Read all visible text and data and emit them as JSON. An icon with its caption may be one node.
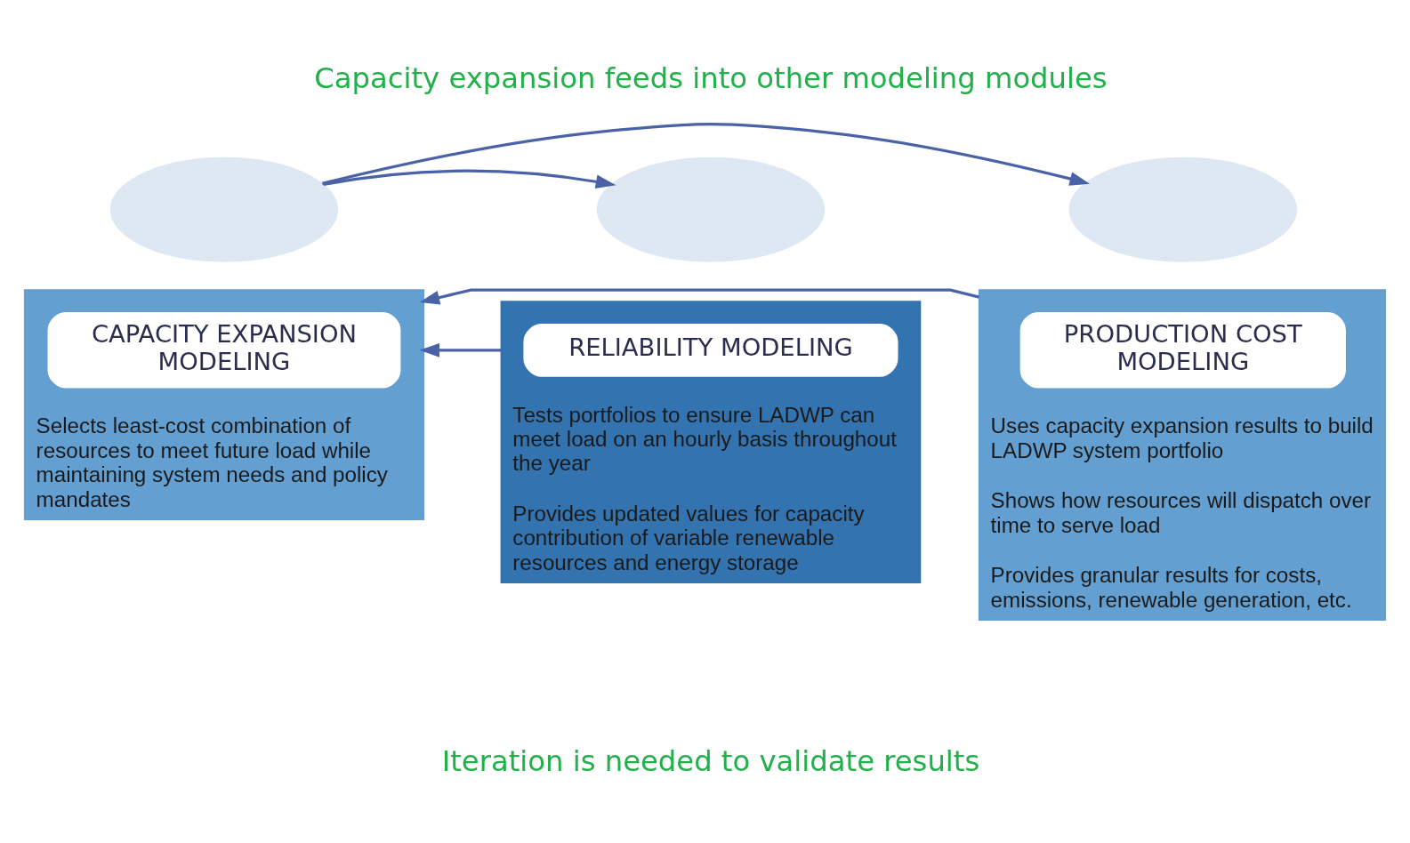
{
  "diagram": {
    "nodes": [
      {
        "text": [],
        "shape": "semicircle"
      },
      {
        "text": [],
        "shape": "semicircle"
      },
      {
        "text": [],
        "shape": "semicircle"
      },
      {
        "text": [
          "Selects least-cost combination of resources to meet future load while maintaining system needs and policy mandates"
        ]
      },
      {
        "text": [
          "CAPACITY EXPANSION MODELING"
        ],
        "in": 3
      },
      {
        "text": [
          "Tests portfolios to ensure LADWP can meet load on an hourly basis throughout the year",
          "Provides updated values for capacity contribution of variable renewable resources and energy storage"
        ]
      },
      {
        "text": [
          "RELIABILITY MODELING"
        ],
        "in": 5
      },
      {
        "text": [
          "Uses capacity expansion results to build LADWP system portfolio",
          "Shows how resources will dispatch over time to serve load",
          "Provides granular results for costs, emissions, renewable generation, etc."
        ]
      },
      {
        "text": [
          "PRODUCTION COST MODELING"
        ],
        "in": 7
      }
    ],
    "edges": [
      {
        "from": 0,
        "to": 1,
        "arrow": "to"
      },
      {
        "from": 0,
        "to": 2,
        "arrow": "to"
      },
      {
        "from": 5,
        "to": 3,
        "arrow": "to"
      },
      {
        "from": 7,
        "to": 3,
        "arrow": "to"
      }
    ],
    "labels": [
      "Capacity expansion feeds into other modeling modules",
      "Iteration is needed to validate results"
    ]
  }
}
